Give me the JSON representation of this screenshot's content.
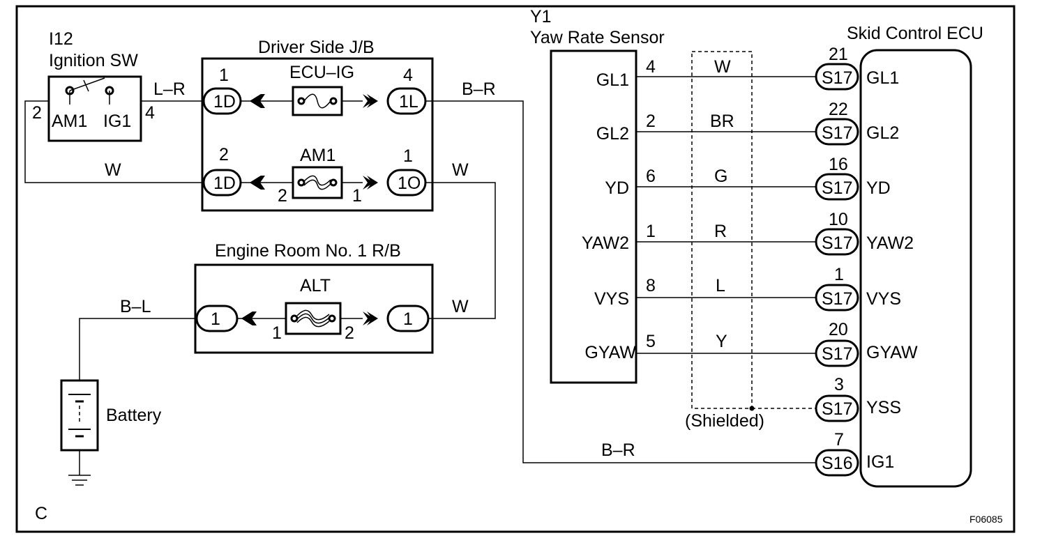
{
  "colors": {
    "ink": "#000000",
    "paper": "#ffffff"
  },
  "ignition_switch": {
    "id": "I12",
    "name": "Ignition SW",
    "terminals": [
      {
        "label": "AM1",
        "pin": "2"
      },
      {
        "label": "IG1",
        "pin": "4"
      }
    ]
  },
  "driver_jb": {
    "title": "Driver Side J/B",
    "fuses": [
      {
        "name": "ECU–IG",
        "left_connector": "1D",
        "left_pin": "1",
        "right_connector": "1L",
        "right_pin": "4",
        "fuse_pin_left": "",
        "fuse_pin_right": ""
      },
      {
        "name": "AM1",
        "left_connector": "1D",
        "left_pin": "2",
        "right_connector": "1O",
        "right_pin": "1",
        "fuse_pin_left": "2",
        "fuse_pin_right": "1"
      }
    ]
  },
  "engine_rb": {
    "title": "Engine Room No. 1 R/B",
    "fuse": {
      "name": "ALT",
      "left_connector": "1",
      "right_connector": "1",
      "fuse_pin_left": "1",
      "fuse_pin_right": "2"
    }
  },
  "battery": {
    "label": "Battery"
  },
  "wires": {
    "ig_to_jb": "L–R",
    "am1_return": "W",
    "jb_to_ecu": "B–R",
    "jb_to_rb": "W",
    "rb_out": "W",
    "battery_feed": "B–L",
    "ig1_feed": "B–R"
  },
  "yaw_sensor": {
    "id": "Y1",
    "name": "Yaw Rate Sensor",
    "pins": [
      {
        "label": "GL1",
        "pin": "4",
        "wire": "W"
      },
      {
        "label": "GL2",
        "pin": "2",
        "wire": "BR"
      },
      {
        "label": "YD",
        "pin": "6",
        "wire": "G"
      },
      {
        "label": "YAW2",
        "pin": "1",
        "wire": "R"
      },
      {
        "label": "VYS",
        "pin": "8",
        "wire": "L"
      },
      {
        "label": "GYAW",
        "pin": "5",
        "wire": "Y"
      }
    ]
  },
  "shield_label": "(Shielded)",
  "ecu": {
    "name": "Skid Control ECU",
    "pins": [
      {
        "pin": "21",
        "connector": "S17",
        "label": "GL1"
      },
      {
        "pin": "22",
        "connector": "S17",
        "label": "GL2"
      },
      {
        "pin": "16",
        "connector": "S17",
        "label": "YD"
      },
      {
        "pin": "10",
        "connector": "S17",
        "label": "YAW2"
      },
      {
        "pin": "1",
        "connector": "S17",
        "label": "VYS"
      },
      {
        "pin": "20",
        "connector": "S17",
        "label": "GYAW"
      },
      {
        "pin": "3",
        "connector": "S17",
        "label": "YSS"
      },
      {
        "pin": "7",
        "connector": "S16",
        "label": "IG1"
      }
    ]
  },
  "corner_label": "C",
  "figure_code": "F06085"
}
